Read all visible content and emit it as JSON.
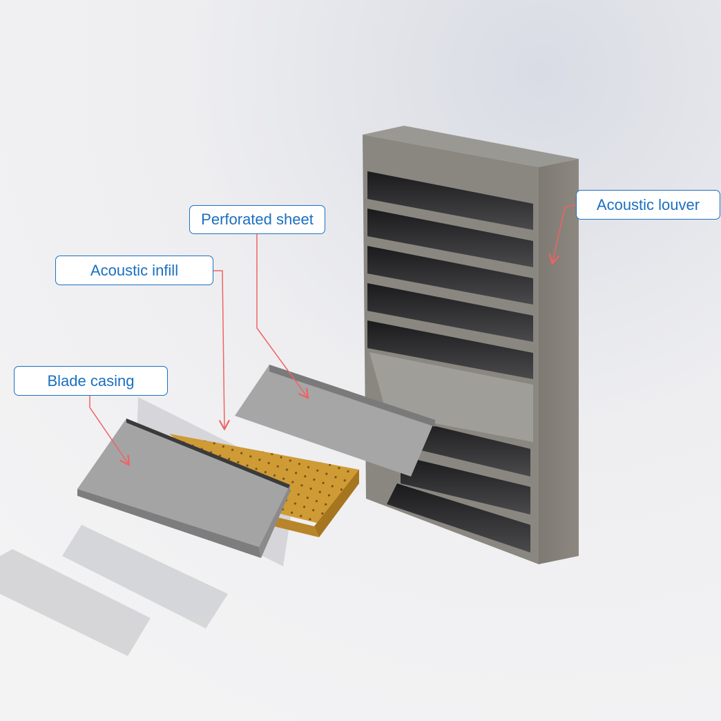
{
  "labels": {
    "acoustic_louver": "Acoustic louver",
    "perforated_sheet": "Perforated sheet",
    "acoustic_infill": "Acoustic infill",
    "blade_casing": "Blade casing"
  },
  "colors": {
    "label_text": "#1a6fc0",
    "leader_line": "#f06262",
    "infill": "#c8962e",
    "metal": "#8f8f8f"
  }
}
